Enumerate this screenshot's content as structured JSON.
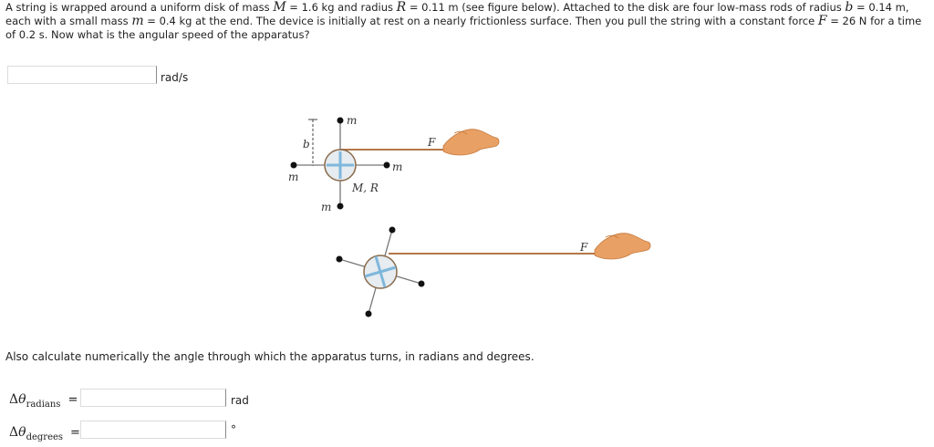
{
  "problem": {
    "seg1": "A string is wrapped around a uniform disk of mass ",
    "var_M": "M",
    "eq1": " = ",
    "val_M": "1.6 kg",
    "seg2": " and radius ",
    "var_R": "R",
    "eq2": " = ",
    "val_R": "0.11 m",
    "seg3": " (see figure below). Attached to the disk are four low-mass rods of radius ",
    "var_b": "b",
    "eq3": " = ",
    "val_b": "0.14 m",
    "seg4": ", each with a small mass ",
    "var_m": "m",
    "eq4": " = ",
    "val_m": "0.4 kg",
    "seg5": " at the end. The device is initially at rest on a nearly frictionless surface. Then you pull the string with a constant force ",
    "var_F": "F",
    "eq5": " = ",
    "val_F": "26 N",
    "seg6": " for a time of ",
    "val_t": "0.2 s",
    "seg7": ". Now what is the angular speed of the apparatus?"
  },
  "answer1": {
    "value": "",
    "unit": "rad/s"
  },
  "figure": {
    "top": {
      "label_m_top": "m",
      "label_b": "b",
      "label_F": "F",
      "label_m_right": "m",
      "label_m_left": "m",
      "label_MR": "M, R",
      "label_m_bottom": "m"
    },
    "bottom": {
      "label_F": "F"
    },
    "colors": {
      "string": "#b5764a",
      "hand": "#e8a064",
      "disk_fill": "#e6ecf0",
      "cross": "#7fb7dc",
      "rod": "#777777",
      "mass": "#111111"
    },
    "icons": [
      "hand-icon",
      "disk-icon"
    ]
  },
  "follow_up": {
    "text": "Also calculate numerically the angle through which the apparatus turns, in radians and degrees."
  },
  "answer2": {
    "delta": "Δ",
    "theta": "θ",
    "sub": "radians",
    "equals": "=",
    "value": "",
    "unit": "rad"
  },
  "answer3": {
    "delta": "Δ",
    "theta": "θ",
    "sub": "degrees",
    "equals": "=",
    "value": "",
    "unit": "°"
  }
}
